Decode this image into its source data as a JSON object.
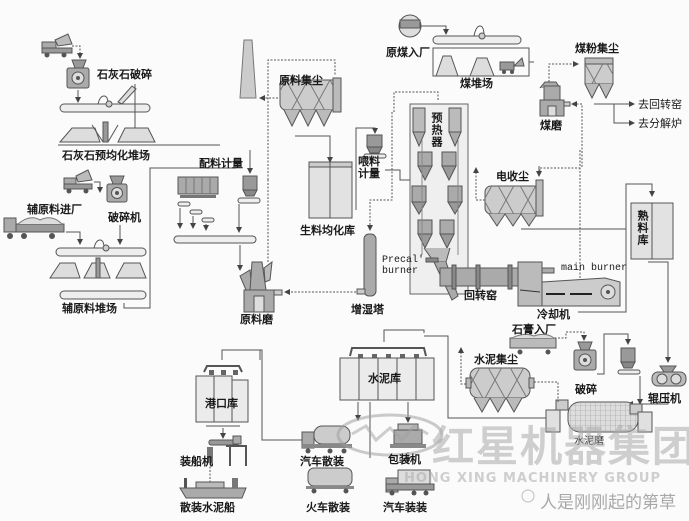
{
  "title": "水泥生产工艺流程图",
  "colors": {
    "line": "#555555",
    "equipment_fill": "#bdbdbd",
    "equipment_light": "#e4e4e4",
    "equipment_dark": "#888888",
    "watermark": "#aaaaaa"
  },
  "labels": {
    "limestone_crushing": "石灰石破碎",
    "limestone_prehomogenization_yard": "石灰石预均化堆场",
    "aux_material_entry": "辅原料进厂",
    "crusher": "破碎机",
    "aux_material_yard": "辅原料堆场",
    "batching_metering": "配料计量",
    "raw_material_dust_collector": "原料集尘",
    "raw_meal_homogenization_silo": "生料均化库",
    "kiln_feed_metering": "喂料计量",
    "raw_mill": "原料磨",
    "humidifier_tower": "增湿塔",
    "preheater": "预热器",
    "precal_burner": "Precal' burner",
    "rotary_kiln": "回转窑",
    "cooler": "冷却机",
    "main_burner": "main burner",
    "esp_dust_collector": "电收尘",
    "clinker_silo": "熟料库",
    "raw_coal_entry": "原煤入厂",
    "coal_yard": "煤堆场",
    "coal_mill": "煤磨",
    "coal_powder_dust_collector": "煤粉集尘",
    "to_rotary_kiln": "去回转窑",
    "to_calciner": "去分解炉",
    "gypsum_entry": "石膏入厂",
    "crushing": "破碎",
    "roller_press": "辊压机",
    "cement_dust_collector": "水泥集尘",
    "cement_mill": "水泥磨",
    "cement_silo": "水泥库",
    "port_silo": "港口库",
    "ship_loader": "装船机",
    "bulk_cement_ship": "散装水泥船",
    "truck_bulk": "汽车散装",
    "packing_machine": "包装机",
    "train_bulk": "火车散装",
    "truck_bagged": "汽车装装"
  },
  "watermark": {
    "company_cn": "红星机器集团",
    "company_en": "HONG XING MACHINERY GROUP",
    "account": "人是刚刚起的第草"
  }
}
